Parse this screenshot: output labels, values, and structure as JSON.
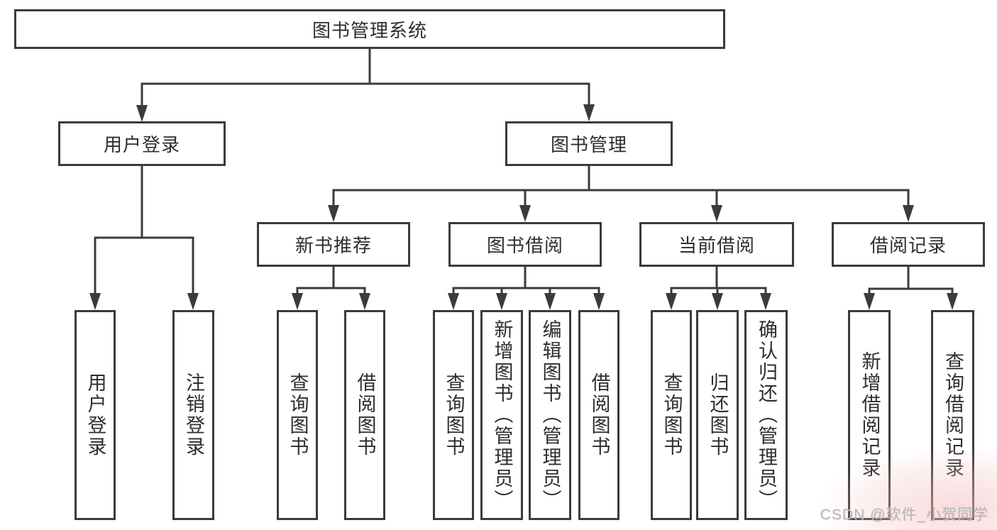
{
  "nodes": {
    "root": "图书管理系统",
    "login_group": "用户登录",
    "book_mgmt": "图书管理",
    "new_books": "新书推荐",
    "book_borrow": "图书借阅",
    "current_borrow": "当前借阅",
    "borrow_records": "借阅记录",
    "leaf_user_login": "用户登录",
    "leaf_logout": "注销登录",
    "leaf_nb_query": "查询图书",
    "leaf_nb_borrow": "借阅图书",
    "leaf_bb_query": "查询图书",
    "leaf_bb_add": "新增图书（管理员）",
    "leaf_bb_edit": "编辑图书（管理员）",
    "leaf_bb_borrow": "借阅图书",
    "leaf_cb_query": "查询图书",
    "leaf_cb_return": "归还图书",
    "leaf_cb_confirm": "确认归还（管理员）",
    "leaf_br_add": "新增借阅记录",
    "leaf_br_query": "查询借阅记录"
  },
  "watermark": {
    "text": "CSDN @软件_小贺同学"
  },
  "colors": {
    "line": "#3b3b3b",
    "box_border": "#3b3b3b",
    "text": "#2e2e2e",
    "watermark_text": "#b4b8bf",
    "corner_tint": "#f4bebe"
  }
}
